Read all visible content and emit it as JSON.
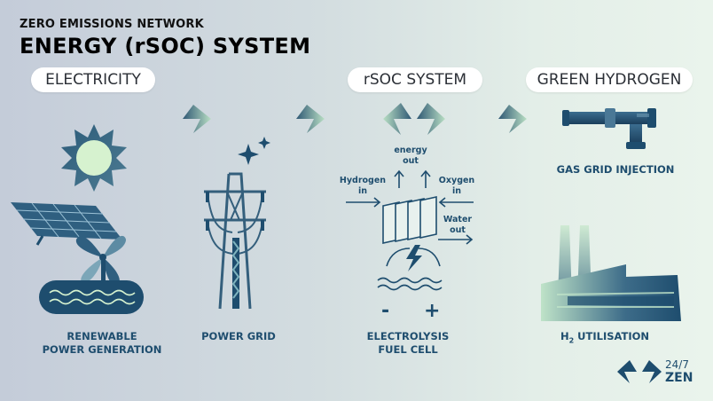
{
  "header": {
    "network": "ZERO EMISSIONS NETWORK",
    "title": "ENERGY (rSOC) SYSTEM"
  },
  "sections": {
    "electricity": "ELECTRICITY",
    "rsoc": "rSOC SYSTEM",
    "hydrogen": "GREEN HYDROGEN"
  },
  "labels": {
    "renewable_l1": "RENEWABLE",
    "renewable_l2": "POWER GENERATION",
    "power_grid": "POWER GRID",
    "electrolysis_l1": "ELECTROLYSIS",
    "fuel_cell_l2": "FUEL CELL",
    "gas_grid": "GAS GRID INJECTION",
    "h2_prefix": "H",
    "h2_sub": "2",
    "h2_suffix": " UTILISATION"
  },
  "cell": {
    "energy_l1": "energy",
    "energy_l2": "out",
    "hydrogen_l1": "Hydrogen",
    "hydrogen_l2": "in",
    "oxygen_l1": "Oxygen",
    "oxygen_l2": "in",
    "water_l1": "Water",
    "water_l2": "out",
    "minus": "-",
    "plus": "+"
  },
  "logo": {
    "line1": "24/7",
    "line2": "ZEN"
  },
  "colors": {
    "navy": "#1e4d6e",
    "accent_light": "#d6f2cf",
    "arrow_dark": "#35607a"
  }
}
